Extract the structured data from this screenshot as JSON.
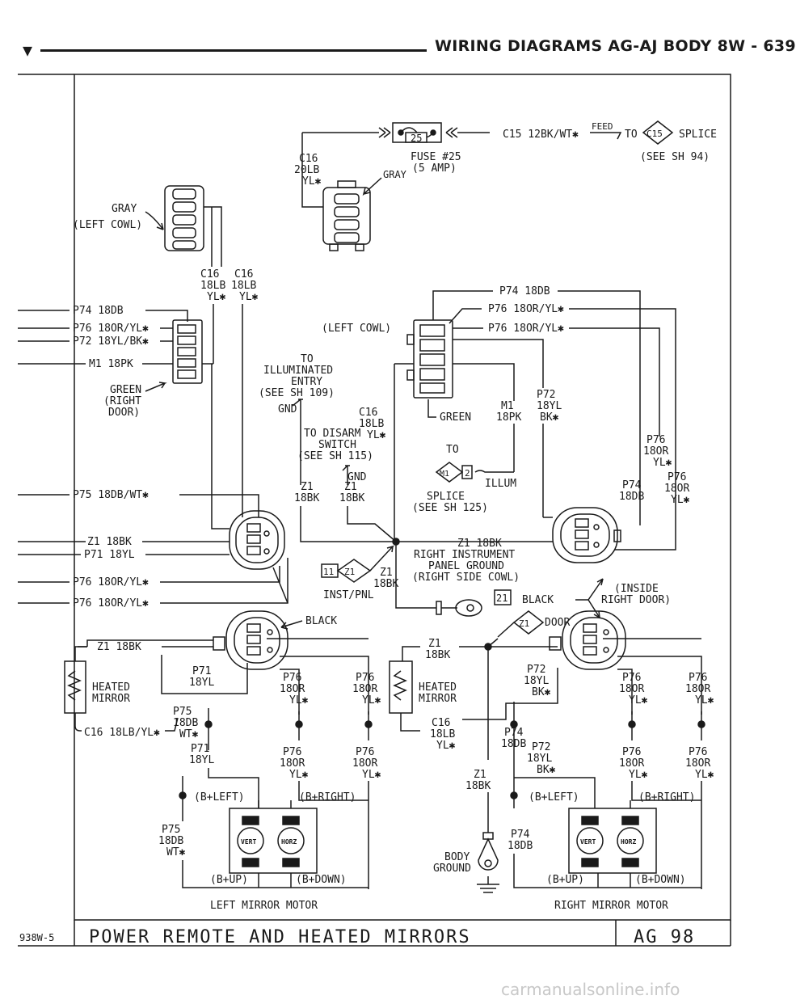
{
  "header": {
    "title": "WIRING DIAGRAMS AG-AJ BODY   8W - 639"
  },
  "diagram": {
    "top": {
      "circuit_c15": "C15 12BK/WT✱",
      "feed": "FEED",
      "to": "TO",
      "splice": "SPLICE",
      "splice_id": "C15",
      "see_sh94": "(SEE SH 94)",
      "fuse_num": "25",
      "fuse_label": "FUSE #25",
      "fuse_amp": "(5 AMP)",
      "gray": "GRAY",
      "c16_a": "C16",
      "c16_b": "20LB",
      "c16_c": "YL✱"
    },
    "left_cowl_conn": {
      "gray": "GRAY",
      "left_cowl": "(LEFT COWL)",
      "c16_l1": "C16",
      "c16_l2": "18LB",
      "c16_l3": "YL✱",
      "c16_r1": "C16",
      "c16_r2": "18LB",
      "c16_r3": "YL✱"
    },
    "left_side": {
      "p74": "P74 18DB",
      "p76": "P76 18OR/YL✱",
      "p72": "P72 18YL/BK✱",
      "m1": "M1 18PK",
      "green": "GREEN",
      "right_door_1": "(RIGHT",
      "right_door_2": "DOOR)",
      "p75": "P75 18DB/WT✱",
      "z1": "Z1 18BK",
      "p71": "P71 18YL",
      "p76_a": "P76 18OR/YL✱",
      "p76_b": "P76 18OR/YL✱"
    },
    "center": {
      "to_illum_1": "TO",
      "to_illum_2": "ILLUMINATED",
      "to_illum_3": "ENTRY",
      "to_illum_4": "(SEE SH 109)",
      "gnd": "GND",
      "c16_1": "C16",
      "c16_2": "18LB",
      "c16_3": "YL✱",
      "to_disarm_1": "TO DISARM",
      "to_disarm_2": "SWITCH",
      "to_disarm_3": "(SEE SH 115)",
      "gnd2": "GND",
      "z1a_1": "Z1",
      "z1a_2": "18BK",
      "z1b_1": "Z1",
      "z1b_2": "18BK",
      "left_cowl": "(LEFT COWL)",
      "green": "GREEN",
      "m1_1": "M1",
      "m1_2": "18PK",
      "p72_1": "P72",
      "p72_2": "18YL",
      "p72_3": "BK✱",
      "to": "TO",
      "m1_splice": "M1",
      "m1_num": "2",
      "illum": "ILLUM",
      "splice": "SPLICE",
      "see_sh125": "(SEE SH 125)",
      "p74_top": "P74 18DB",
      "p76_top1": "P76 18OR/YL✱",
      "p76_top2": "P76 18OR/YL✱",
      "p76_r1": "P76",
      "p76_r2": "18OR",
      "p76_r3": "YL✱",
      "p74_r1": "P74",
      "p74_r2": "18DB",
      "p76_r4": "P76",
      "p76_r5": "18OR",
      "p76_r6": "YL✱",
      "z1_main": "Z1 18BK",
      "rip_1": "RIGHT INSTRUMENT",
      "rip_2": "PANEL GROUND",
      "rip_3": "(RIGHT SIDE COWL)",
      "z1c_1": "Z1",
      "z1c_2": "18BK",
      "splice11_num": "11",
      "splice11_id": "Z1",
      "inst_pnl": "INST/PNL",
      "black_l": "BLACK",
      "conn21": "21",
      "black_r": "BLACK",
      "inside_1": "(INSIDE",
      "inside_2": "RIGHT DOOR)",
      "z1_door": "Z1",
      "door": "DOOR"
    },
    "left_mirror": {
      "z1": "Z1 18BK",
      "heated_1": "HEATED",
      "heated_2": "MIRROR",
      "c16": "C16 18LB/YL✱",
      "p71_1": "P71",
      "p71_2": "18YL",
      "p75_1": "P75",
      "p75_2": "18DB",
      "p75_3": "WT✱",
      "p71b_1": "P71",
      "p71b_2": "18YL",
      "p76a_1": "P76",
      "p76a_2": "18OR",
      "p76a_3": "YL✱",
      "p76b_1": "P76",
      "p76b_2": "18OR",
      "p76b_3": "YL✱",
      "p76c_1": "P76",
      "p76c_2": "18OR",
      "p76c_3": "YL✱",
      "p76d_1": "P76",
      "p76d_2": "18OR",
      "p76d_3": "YL✱",
      "b_left": "(B+LEFT)",
      "b_right": "(B+RIGHT)",
      "p75b_1": "P75",
      "p75b_2": "18DB",
      "p75b_3": "WT✱",
      "vert": "VERT",
      "horz": "HORZ",
      "b_up": "(B+UP)",
      "b_down": "(B+DOWN)",
      "motor": "LEFT MIRROR MOTOR"
    },
    "right_mirror": {
      "z1_1": "Z1",
      "z1_2": "18BK",
      "heated_1": "HEATED",
      "heated_2": "MIRROR",
      "c16_1": "C16",
      "c16_2": "18LB",
      "c16_3": "YL✱",
      "z1b_1": "Z1",
      "z1b_2": "18BK",
      "body_1": "BODY",
      "body_2": "GROUND",
      "p72_1": "P72",
      "p72_2": "18YL",
      "p72_3": "BK✱",
      "p74_1": "P74",
      "p74_2": "18DB",
      "p72b_1": "P72",
      "p72b_2": "18YL",
      "p72b_3": "BK✱",
      "p74b_1": "P74",
      "p74b_2": "18DB",
      "p76a_1": "P76",
      "p76a_2": "18OR",
      "p76a_3": "YL✱",
      "p76b_1": "P76",
      "p76b_2": "18OR",
      "p76b_3": "YL✱",
      "p76c_1": "P76",
      "p76c_2": "18OR",
      "p76c_3": "YL✱",
      "p76d_1": "P76",
      "p76d_2": "18OR",
      "p76d_3": "YL✱",
      "b_left": "(B+LEFT)",
      "b_right": "(B+RIGHT)",
      "vert": "VERT",
      "horz": "HORZ",
      "b_up": "(B+UP)",
      "b_down": "(B+DOWN)",
      "motor": "RIGHT MIRROR MOTOR"
    },
    "footer": {
      "code": "938W-5",
      "title": "POWER REMOTE AND HEATED MIRRORS",
      "ref": "AG 98"
    }
  },
  "watermark": "carmanualsonline.info"
}
